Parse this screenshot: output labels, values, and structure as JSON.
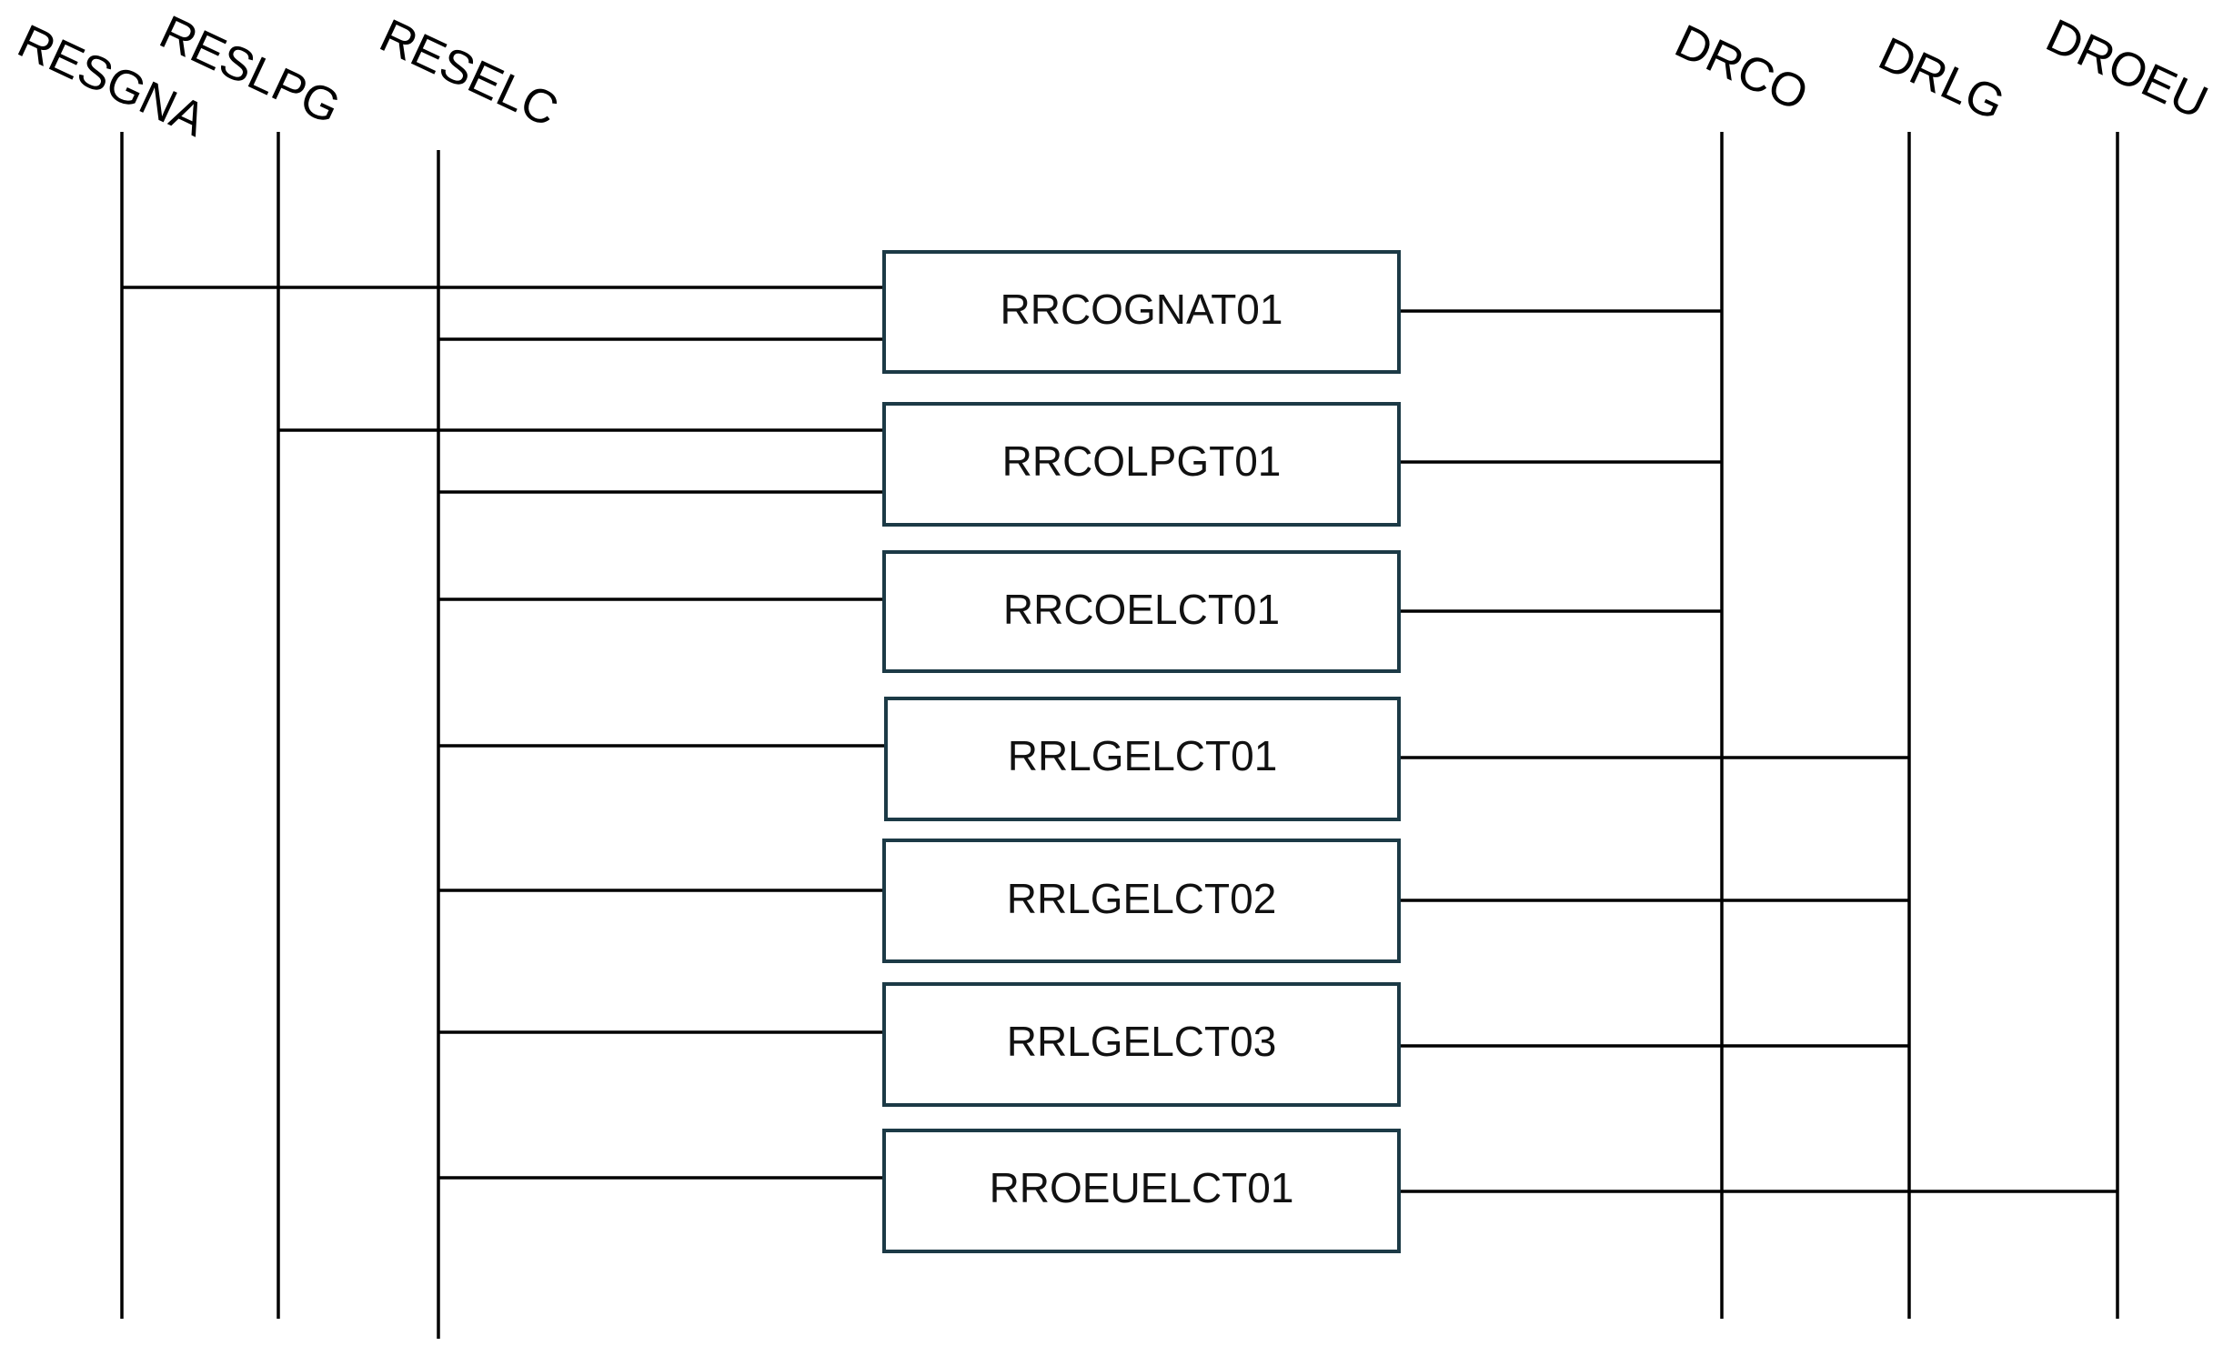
{
  "diagram": {
    "left_buses": [
      "RESGNA",
      "RESLPG",
      "RESELC"
    ],
    "right_buses": [
      "DRCO",
      "DRLG",
      "DROEU"
    ],
    "boxes": [
      {
        "label": "RRCOGNAT01",
        "inputs": [
          "RESGNA",
          "RESELC"
        ],
        "output": "DRCO"
      },
      {
        "label": "RRCOLPGT01",
        "inputs": [
          "RESLPG",
          "RESELC"
        ],
        "output": "DRCO"
      },
      {
        "label": "RRCOELCT01",
        "inputs": [
          "RESELC"
        ],
        "output": "DRCO"
      },
      {
        "label": "RRLGELCT01",
        "inputs": [
          "RESELC"
        ],
        "output": "DRLG"
      },
      {
        "label": "RRLGELCT02",
        "inputs": [
          "RESELC"
        ],
        "output": "DRLG"
      },
      {
        "label": "RRLGELCT03",
        "inputs": [
          "RESELC"
        ],
        "output": "DRLG"
      },
      {
        "label": "RROEUELCT01",
        "inputs": [
          "RESELC"
        ],
        "output": "DROEU"
      }
    ]
  }
}
